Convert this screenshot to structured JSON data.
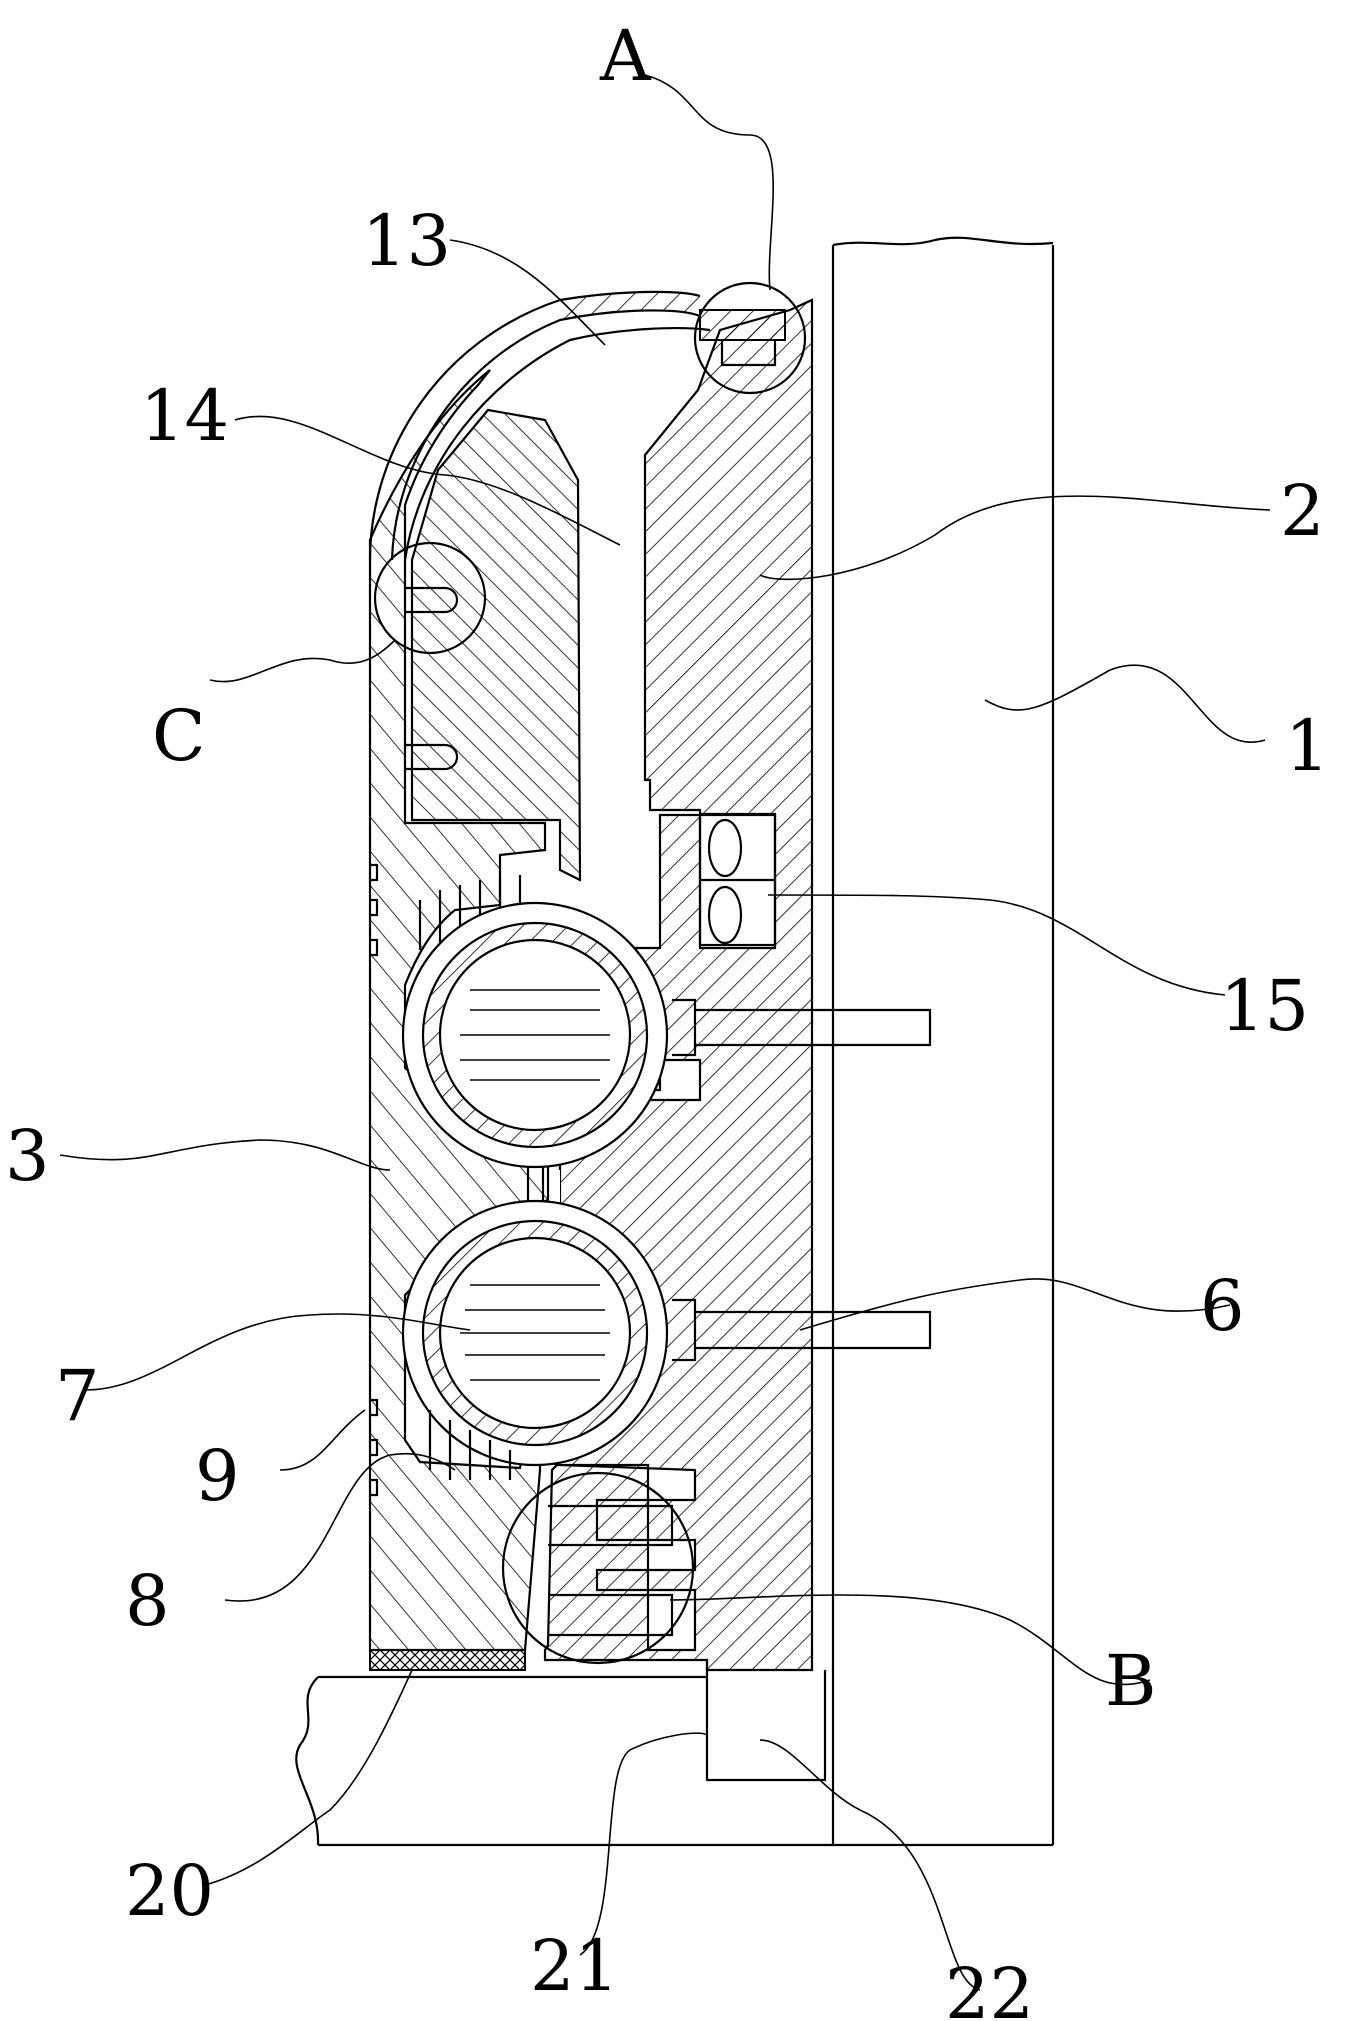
{
  "labels": {
    "a": "A",
    "b": "B",
    "c": "C",
    "n1": "1",
    "n2": "2",
    "n3": "3",
    "n6": "6",
    "n7": "7",
    "n8": "8",
    "n9": "9",
    "n13": "13",
    "n14": "14",
    "n15": "15",
    "n20": "20",
    "n21": "21",
    "n22": "22"
  }
}
